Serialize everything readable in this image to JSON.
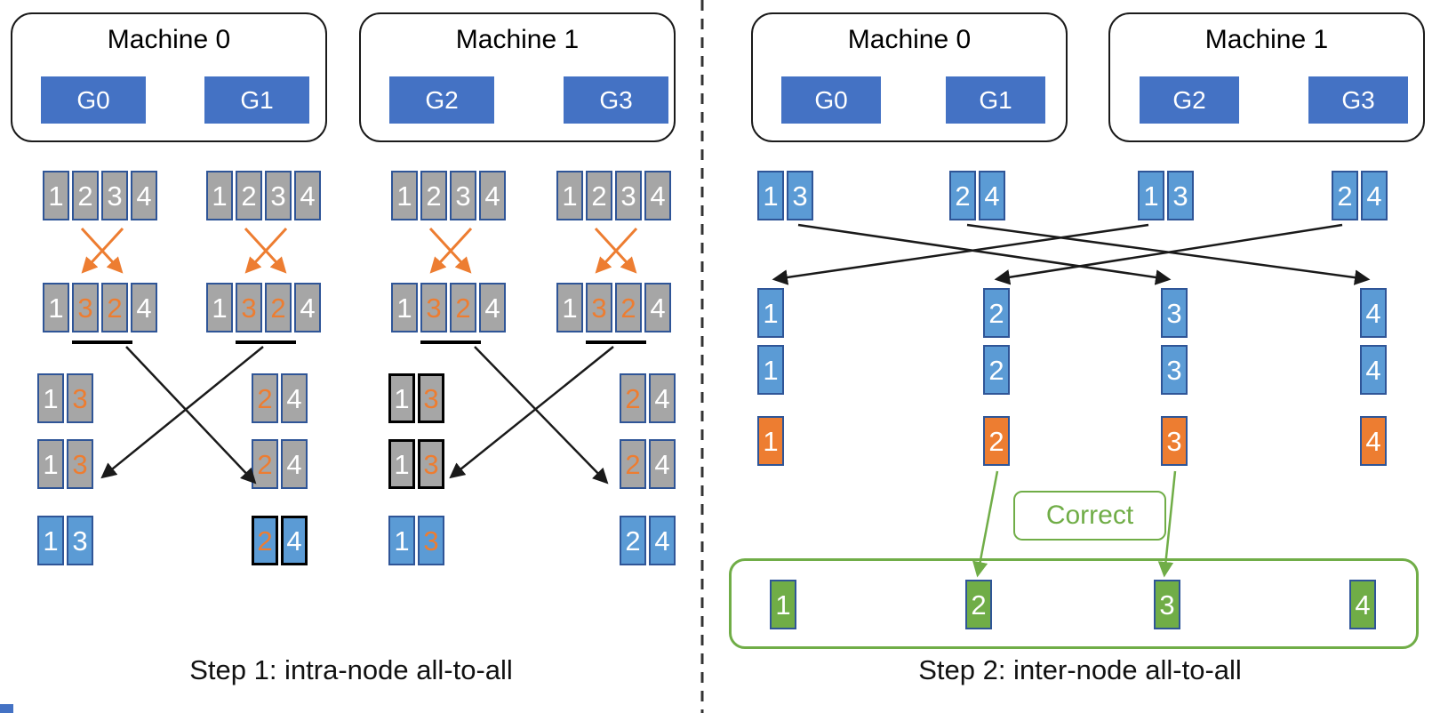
{
  "colors": {
    "gpu_blue": "#4472C4",
    "cell_gray": "#A6A6A6",
    "cell_blue": "#5B9BD5",
    "cell_orange": "#ED7D31",
    "cell_green": "#70AD47",
    "cell_border_blue": "#2F5597",
    "digit_orange": "#ED7D31",
    "arrow_black": "#1A1A1A",
    "arrow_orange": "#ED7D31",
    "arrow_green": "#70AD47"
  },
  "left": {
    "caption": "Step 1: intra-node all-to-all",
    "machine0": {
      "title": "Machine 0",
      "gpu0": "G0",
      "gpu1": "G1"
    },
    "machine1": {
      "title": "Machine 1",
      "gpu0": "G2",
      "gpu1": "G3"
    },
    "row_initial": {
      "g0": [
        "1,gray,white,blue",
        "2,gray,white,blue",
        "3,gray,white,blue",
        "4,gray,white,blue"
      ],
      "g1": [
        "1,gray,white,blue",
        "2,gray,white,blue",
        "3,gray,white,blue",
        "4,gray,white,blue"
      ],
      "g2": [
        "1,gray,white,blue",
        "2,gray,white,blue",
        "3,gray,white,blue",
        "4,gray,white,blue"
      ],
      "g3": [
        "1,gray,white,blue",
        "2,gray,white,blue",
        "3,gray,white,blue",
        "4,gray,white,blue"
      ]
    },
    "row_shuffled": {
      "g0": [
        "1,gray,white,blue",
        "3,gray,orange,blue",
        "2,gray,orange,blue",
        "4,gray,white,blue"
      ],
      "g1": [
        "1,gray,white,blue",
        "3,gray,orange,blue",
        "2,gray,orange,blue",
        "4,gray,white,blue"
      ],
      "g2": [
        "1,gray,white,blue",
        "3,gray,orange,blue",
        "2,gray,orange,blue",
        "4,gray,white,blue"
      ],
      "g3": [
        "1,gray,white,blue",
        "3,gray,orange,blue",
        "2,gray,orange,blue",
        "4,gray,white,blue"
      ]
    },
    "pairs_row1": {
      "g0": [
        "1,gray,white,blue",
        "3,gray,orange,blue"
      ],
      "g1": [
        "2,gray,orange,blue",
        "4,gray,white,blue"
      ],
      "g2": [
        "1,gray,white,black",
        "3,gray,orange,black"
      ],
      "g3": [
        "2,gray,orange,blue",
        "4,gray,white,blue"
      ]
    },
    "pairs_row2": {
      "g0": [
        "1,gray,white,blue",
        "3,gray,orange,blue"
      ],
      "g1": [
        "2,gray,orange,blue",
        "4,gray,white,blue"
      ],
      "g2": [
        "1,gray,white,black",
        "3,gray,orange,black"
      ],
      "g3": [
        "2,gray,orange,blue",
        "4,gray,white,blue"
      ]
    },
    "pairs_final": {
      "g0": [
        "1,blue,white,blue",
        "3,blue,white,blue"
      ],
      "g1": [
        "2,blue,orange,black",
        "4,blue,white,black"
      ],
      "g2": [
        "1,blue,white,blue",
        "3,blue,orange,blue"
      ],
      "g3": [
        "2,blue,white,blue",
        "4,blue,white,blue"
      ]
    }
  },
  "right": {
    "caption": "Step 2: inter-node all-to-all",
    "machine0": {
      "title": "Machine 0",
      "gpu0": "G0",
      "gpu1": "G1"
    },
    "machine1": {
      "title": "Machine 1",
      "gpu0": "G2",
      "gpu1": "G3"
    },
    "pairs": {
      "g0": [
        "1,blue,white,blue",
        "3,blue,white,blue"
      ],
      "g1": [
        "2,blue,white,blue",
        "4,blue,white,blue"
      ],
      "g2": [
        "1,blue,white,blue",
        "3,blue,white,blue"
      ],
      "g3": [
        "2,blue,white,blue",
        "4,blue,white,blue"
      ]
    },
    "col1": {
      "r1": [
        "1,blue,white,blue"
      ],
      "r2": [
        "1,blue,white,blue"
      ],
      "r3": [
        "1,orange,white,blue"
      ]
    },
    "col2": {
      "r1": [
        "2,blue,white,blue"
      ],
      "r2": [
        "2,blue,white,blue"
      ],
      "r3": [
        "2,orange,white,blue"
      ]
    },
    "col3": {
      "r1": [
        "3,blue,white,blue"
      ],
      "r2": [
        "3,blue,white,blue"
      ],
      "r3": [
        "3,orange,white,blue"
      ]
    },
    "col4": {
      "r1": [
        "4,blue,white,blue"
      ],
      "r2": [
        "4,blue,white,blue"
      ],
      "r3": [
        "4,orange,white,blue"
      ]
    },
    "correct_label": "Correct",
    "result": {
      "c1": [
        "1,green,white,blue"
      ],
      "c2": [
        "2,green,white,blue"
      ],
      "c3": [
        "3,green,white,blue"
      ],
      "c4": [
        "4,green,white,blue"
      ]
    }
  }
}
